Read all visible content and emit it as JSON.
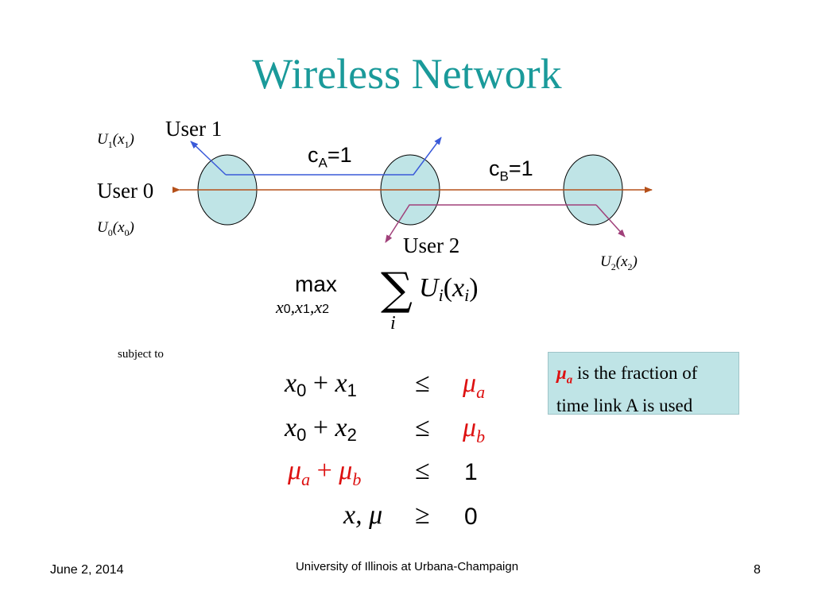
{
  "title": "Wireless Network",
  "users": {
    "user0": "User 0",
    "user1": "User 1",
    "user2": "User 2"
  },
  "utilities": {
    "u0": {
      "fn": "U",
      "sub": "0",
      "arg": "x",
      "argsub": "0"
    },
    "u1": {
      "fn": "U",
      "sub": "1",
      "arg": "x",
      "argsub": "1"
    },
    "u2": {
      "fn": "U",
      "sub": "2",
      "arg": "x",
      "argsub": "2"
    }
  },
  "links": {
    "a": {
      "c": "c",
      "sub": "A",
      "eq": "=1"
    },
    "b": {
      "c": "c",
      "sub": "B",
      "eq": "=1"
    }
  },
  "objective": {
    "op": "max",
    "vars": "x",
    "var_subs": [
      "0",
      "1",
      "2"
    ],
    "sum": "∑",
    "index": "i",
    "term": "U",
    "term_sub": "i",
    "term_arg": "x",
    "term_arg_sub": "i"
  },
  "subject_to": "subject to",
  "constraints": [
    {
      "lhs1": "x",
      "lhs1_sub": "0",
      "plus": "+",
      "lhs2": "x",
      "lhs2_sub": "1",
      "rel": "≤",
      "rhs": "μ",
      "rhs_sub": "a"
    },
    {
      "lhs1": "x",
      "lhs1_sub": "0",
      "plus": "+",
      "lhs2": "x",
      "lhs2_sub": "2",
      "rel": "≤",
      "rhs": "μ",
      "rhs_sub": "b"
    },
    {
      "lhs1": "μ",
      "lhs1_sub": "a",
      "plus": "+",
      "lhs2": "μ",
      "lhs2_sub": "b",
      "rel": "≤",
      "rhs": "1"
    },
    {
      "lhs": "x, μ",
      "rel": "≥",
      "rhs": "0"
    }
  ],
  "note": {
    "mu": "μ",
    "mu_sub": "a",
    "text": " is the fraction of time link A is used"
  },
  "footer": {
    "date": "June 2, 2014",
    "org": "University of Illinois at Urbana-Champaign",
    "page": "8"
  },
  "colors": {
    "title": "#1a9a9a",
    "node_fill": "#bfe4e6",
    "user0_path": "#b5501a",
    "user1_path": "#3a5ad9",
    "user2_path": "#a0407a",
    "highlight_red": "#dd1111",
    "note_bg": "#bfe4e6"
  }
}
